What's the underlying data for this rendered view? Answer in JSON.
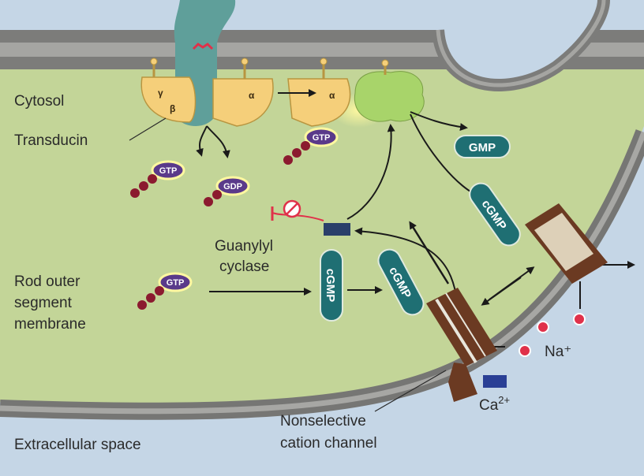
{
  "labels": {
    "cytosol": "Cytosol",
    "transducin": "Transducin",
    "guanylyl_line1": "Guanylyl",
    "guanylyl_line2": "cyclase",
    "rod_line1": "Rod outer",
    "rod_line2": "segment",
    "rod_line3": "membrane",
    "extracellular": "Extracellular space",
    "channel_line1": "Nonselective",
    "channel_line2": "cation channel",
    "na": "Na⁺",
    "ca_base": "Ca",
    "ca_sup": "2+"
  },
  "molecules": {
    "gtp": "GTP",
    "gdp": "GDP",
    "gmp": "GMP",
    "cgmp": "cGMP"
  },
  "subunits": {
    "gamma": "γ",
    "beta": "β",
    "alpha": "α"
  },
  "colors": {
    "cytosol": "#c3d598",
    "membrane": "#7a7a78",
    "extracellular": "#c5d6e6",
    "rhodopsin": "#5f9f9a",
    "transducin": "#f5cf7a",
    "pde": "#a8d46a",
    "pill": "#1f6f73",
    "gtp_oval": "#5a3a8a",
    "channel": "#6b3a22",
    "ion_red": "#e0314a",
    "calcium_blue": "#2a3f95"
  }
}
